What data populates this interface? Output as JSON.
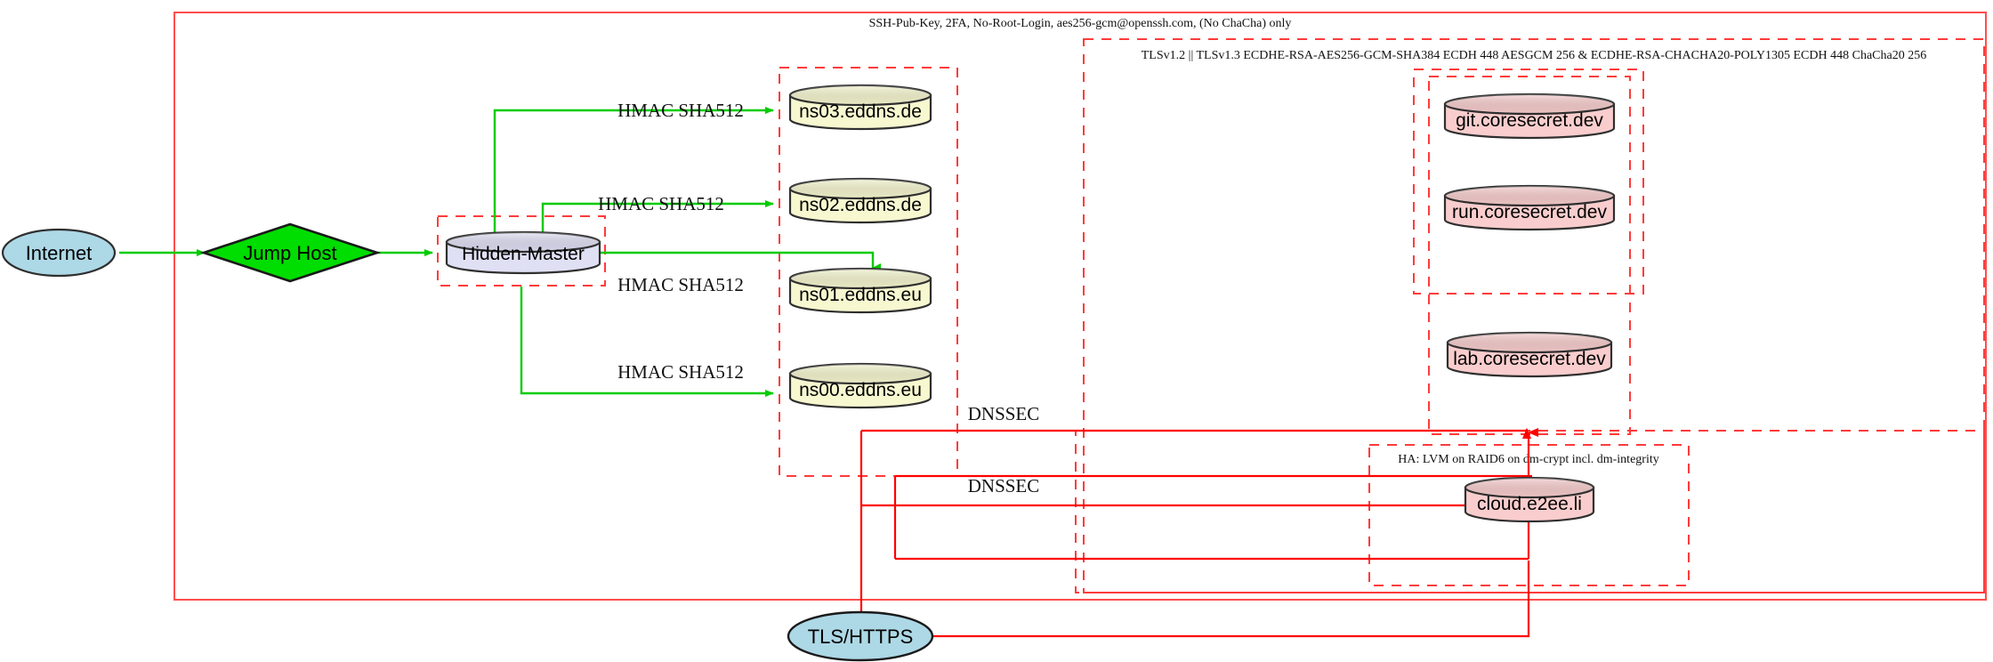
{
  "diagram": {
    "title_note": "SSH-Pub-Key, 2FA, No-Root-Login, aes256-gcm@openssh.com, (No ChaCha) only",
    "colors": {
      "cluster_border": "#ff0000",
      "secure_edge": "#00cc00",
      "tls_edge": "#ff0000",
      "internet_fill": "#add8e6",
      "jumphost_fill": "#00dd00",
      "master_fill": "#e0e0f5",
      "dns_fill": "#f7f7d0",
      "app_fill": "#f9cdcd",
      "stroke": "#2f2f2f"
    },
    "clusters": [
      {
        "id": "outer",
        "label": "SSH-Pub-Key, 2FA, No-Root-Login, aes256-gcm@openssh.com, (No ChaCha) only"
      },
      {
        "id": "tls",
        "label": "TLSv1.2 || TLSv1.3 ECDHE-RSA-AES256-GCM-SHA384 ECDH 448 AESGCM 256 & ECDHE-RSA-CHACHA20-POLY1305 ECDH 448 ChaCha20 256"
      },
      {
        "id": "ha",
        "label": "HA: LVM on RAID6 on dm-crypt incl. dm-integrity"
      },
      {
        "id": "dns-zone",
        "label": ""
      },
      {
        "id": "master-zone",
        "label": ""
      },
      {
        "id": "coresecret-zone",
        "label": ""
      },
      {
        "id": "app-zone",
        "label": ""
      },
      {
        "id": "cloud-zone",
        "label": ""
      }
    ],
    "nodes": [
      {
        "id": "internet",
        "label": "Internet",
        "shape": "ellipse",
        "fill": "#add8e6"
      },
      {
        "id": "jumphost",
        "label": "Jump Host",
        "shape": "diamond",
        "fill": "#00dd00"
      },
      {
        "id": "hidden-master",
        "label": "Hidden-Master",
        "shape": "cylinder",
        "fill": "#e0e0f5"
      },
      {
        "id": "ns03",
        "label": "ns03.eddns.de",
        "shape": "cylinder",
        "fill": "#f7f7d0"
      },
      {
        "id": "ns02",
        "label": "ns02.eddns.de",
        "shape": "cylinder",
        "fill": "#f7f7d0"
      },
      {
        "id": "ns01",
        "label": "ns01.eddns.eu",
        "shape": "cylinder",
        "fill": "#f7f7d0"
      },
      {
        "id": "ns00",
        "label": "ns00.eddns.eu",
        "shape": "cylinder",
        "fill": "#f7f7d0"
      },
      {
        "id": "git",
        "label": "git.coresecret.dev",
        "shape": "cylinder",
        "fill": "#f9cdcd"
      },
      {
        "id": "run",
        "label": "run.coresecret.dev",
        "shape": "cylinder",
        "fill": "#f9cdcd"
      },
      {
        "id": "lab",
        "label": "lab.coresecret.dev",
        "shape": "cylinder",
        "fill": "#f9cdcd"
      },
      {
        "id": "cloud",
        "label": "cloud.e2ee.li",
        "shape": "cylinder",
        "fill": "#f9cdcd"
      },
      {
        "id": "tlshttps",
        "label": "TLS/HTTPS",
        "shape": "ellipse",
        "fill": "#add8e6"
      }
    ],
    "edges": [
      {
        "id": "e-internet-jumphost",
        "from": "internet",
        "to": "jumphost",
        "label": "",
        "color": "#00cc00"
      },
      {
        "id": "e-jumphost-master",
        "from": "jumphost",
        "to": "hidden-master",
        "label": "",
        "color": "#00cc00"
      },
      {
        "id": "e-master-ns03",
        "from": "hidden-master",
        "to": "ns03",
        "label": "HMAC SHA512",
        "color": "#00cc00"
      },
      {
        "id": "e-master-ns02",
        "from": "hidden-master",
        "to": "ns02",
        "label": "HMAC SHA512",
        "color": "#00cc00"
      },
      {
        "id": "e-master-ns01",
        "from": "hidden-master",
        "to": "ns01",
        "label": "HMAC SHA512",
        "color": "#00cc00"
      },
      {
        "id": "e-master-ns00",
        "from": "hidden-master",
        "to": "ns00",
        "label": "HMAC SHA512",
        "color": "#00cc00"
      },
      {
        "id": "e-dnssec-upper",
        "from": "dns-zone",
        "to": "coresecret-zone",
        "label": "DNSSEC",
        "color": "#ff0000"
      },
      {
        "id": "e-dnssec-lower",
        "from": "dns-zone",
        "to": "cloud-zone",
        "label": "DNSSEC",
        "color": "#ff0000"
      },
      {
        "id": "e-tls-apps",
        "from": "tlshttps",
        "to": "app-zone",
        "label": "",
        "color": "#ff0000"
      }
    ],
    "labels": {
      "hmac": "HMAC SHA512",
      "dnssec": "DNSSEC"
    }
  }
}
